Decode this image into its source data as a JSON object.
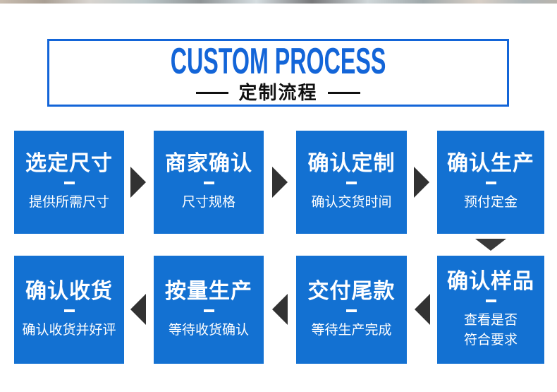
{
  "header": {
    "title_en": "CUSTOM PROCESS",
    "title_zh": "定制流程"
  },
  "colors": {
    "accent_blue": "#1365d8",
    "box_blue": "#1371d2",
    "arrow_dark": "#323232"
  },
  "steps": [
    {
      "title": "选定尺寸",
      "subtitle": "提供所需尺寸"
    },
    {
      "title": "商家确认",
      "subtitle": "尺寸规格"
    },
    {
      "title": "确认定制",
      "subtitle": "确认交货时间"
    },
    {
      "title": "确认生产",
      "subtitle": "预付定金"
    },
    {
      "title": "确认样品",
      "subtitle": "查看是否\n符合要求"
    },
    {
      "title": "交付尾款",
      "subtitle": "等待生产完成"
    },
    {
      "title": "按量生产",
      "subtitle": "等待收货确认"
    },
    {
      "title": "确认收货",
      "subtitle": "确认收货并好评"
    }
  ]
}
